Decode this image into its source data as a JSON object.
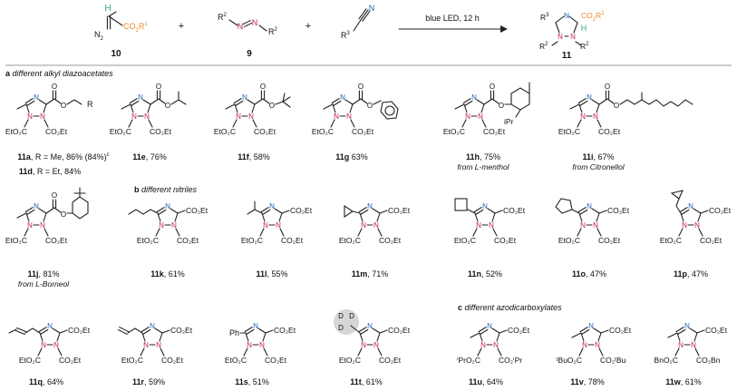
{
  "reaction": {
    "reagent1": {
      "number": "10",
      "n2": "N",
      "n2_sub": "2",
      "ester": "CO",
      "ester_sub": "2",
      "ester_r": "R",
      "ester_r_sup": "1",
      "h": "H"
    },
    "reagent2": {
      "number": "9",
      "r": "R",
      "r_sup": "2",
      "n": "N"
    },
    "reagent3": {
      "r": "R",
      "r_sup": "3",
      "n": "N"
    },
    "plus": "+",
    "conditions": "blue LED, 12 h",
    "product": {
      "number": "11",
      "r3": "R",
      "r3_sup": "3",
      "r2": "R",
      "r2_sup": "2",
      "ester": "CO",
      "ester_sub": "2",
      "ester_r": "R",
      "ester_r_sup": "1",
      "n": "N",
      "h": "H"
    }
  },
  "sections": {
    "a": {
      "letter": "a",
      "title": "different alkyl diazoacetates"
    },
    "b": {
      "letter": "b",
      "title": "different nitriles"
    },
    "c": {
      "letter": "c",
      "title": "different azodicarboxylates"
    }
  },
  "labels": {
    "r_group": "R",
    "ipr": "iPr",
    "ph": "Ph",
    "d": "D",
    "n": "N",
    "o": "O",
    "co2et_right": "CO₂Et",
    "eto2c": "EtO₂C",
    "co2et": "CO₂Et",
    "ipro2c": "ⁱPrO₂C",
    "co2ipr": "CO₂ⁱPr",
    "buo2c": "ᵗBuO₂C",
    "co2bu": "CO₂ᵗBu",
    "bno2c": "BnO₂C",
    "co2bn": "CO₂Bn"
  },
  "compounds": [
    {
      "id": "11a",
      "text": ", R = Me, 86% (84%)",
      "sup": "c"
    },
    {
      "id": "11d",
      "text": ", R = Et, 84%"
    },
    {
      "id": "11e",
      "text": ", 76%"
    },
    {
      "id": "11f",
      "text": ", 58%"
    },
    {
      "id": "11g",
      "text": " 63%"
    },
    {
      "id": "11h",
      "text": ", 75%",
      "note": "from L-menthol"
    },
    {
      "id": "11i",
      "text": ", 67%",
      "note": "from Citronellol"
    },
    {
      "id": "11j",
      "text": ", 81%",
      "note": "from L-Borneol"
    },
    {
      "id": "11k",
      "text": ", 61%"
    },
    {
      "id": "11l",
      "text": ", 55%"
    },
    {
      "id": "11m",
      "text": ", 71%"
    },
    {
      "id": "11n",
      "text": ", 52%"
    },
    {
      "id": "11o",
      "text": ", 47%"
    },
    {
      "id": "11p",
      "text": ", 47%"
    },
    {
      "id": "11q",
      "text": ", 64%"
    },
    {
      "id": "11r",
      "text": ", 59%"
    },
    {
      "id": "11s",
      "text": ", 51%"
    },
    {
      "id": "11t",
      "text": ", 61%"
    },
    {
      "id": "11u",
      "text": ", 64%"
    },
    {
      "id": "11v",
      "text": ", 78%"
    },
    {
      "id": "11w",
      "text": ", 61%"
    }
  ],
  "colors": {
    "diazo_h": "#2aa88f",
    "azo_n": "#c2185b",
    "nitrile_n": "#1e5fb4",
    "ester": "#f08a2c",
    "bond": "#222222",
    "divider": "#9a9a9a",
    "deuterium_circle": "#d6d6d6"
  }
}
